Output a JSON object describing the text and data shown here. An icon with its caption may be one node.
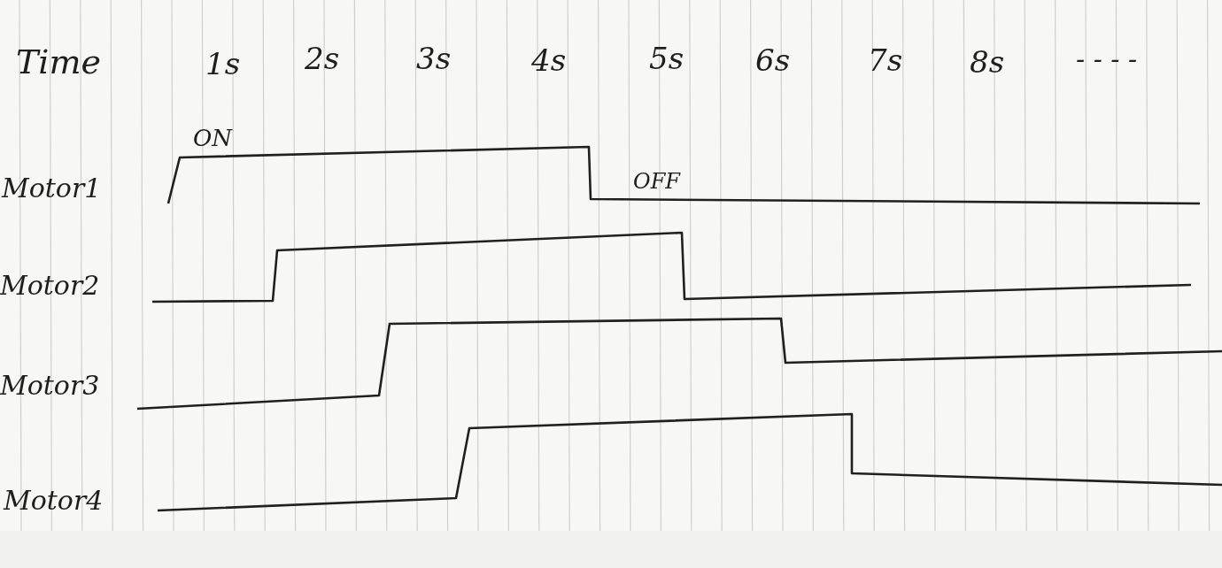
{
  "diagram": {
    "labels": [
      "Time",
      "1s",
      "2s",
      "3s",
      "4s",
      "5s",
      "6s",
      "7s",
      "8s",
      "- - - -",
      "ON",
      "Motor1",
      "OFF",
      "Motor2",
      "Motor3",
      "Motor4"
    ]
  }
}
